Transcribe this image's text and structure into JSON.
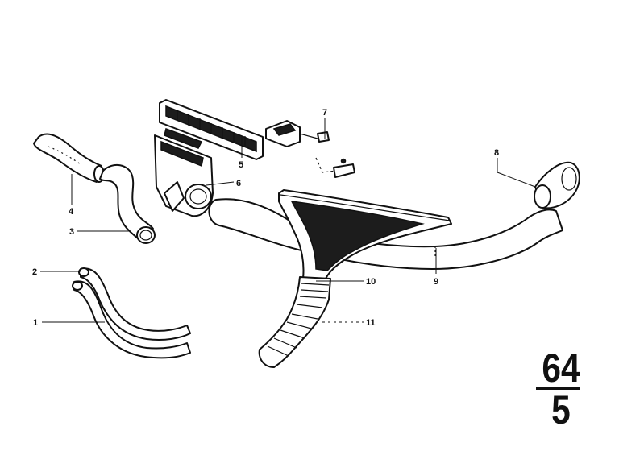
{
  "callouts": {
    "c1": "1",
    "c2": "2",
    "c3": "3",
    "c4": "4",
    "c5": "5",
    "c6": "6",
    "c7": "7",
    "c8": "8",
    "c9": "9",
    "c10": "10",
    "c11": "11"
  },
  "page_ref": {
    "group": "64",
    "sheet": "5"
  }
}
